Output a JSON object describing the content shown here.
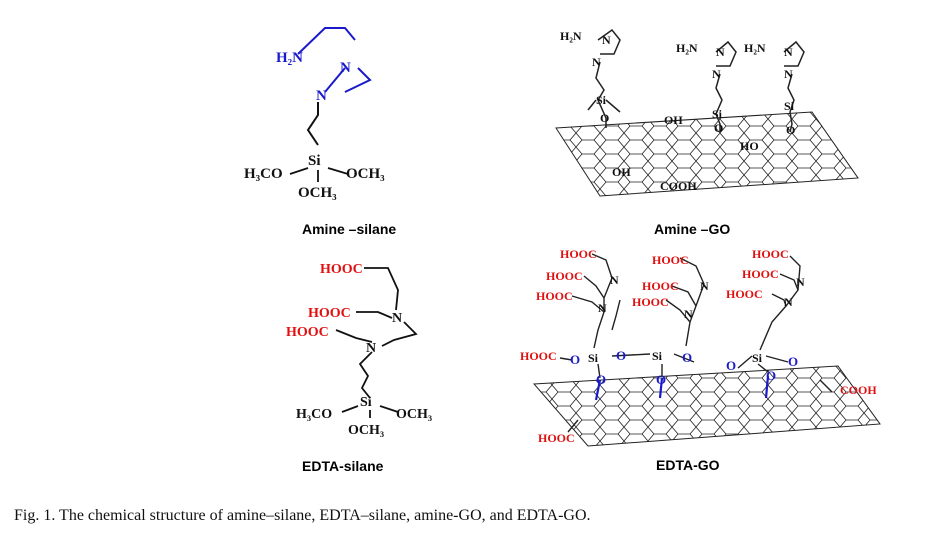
{
  "panels": {
    "amine_silane": {
      "label": "Amine –silane",
      "h2n": "H₂N",
      "n1": "N",
      "n2": "N",
      "si": "Si",
      "h3co": "H₃CO",
      "och3_right": "OCH₃",
      "och3_bottom": "OCH₃"
    },
    "amine_go": {
      "label": "Amine –GO",
      "h2n": "H₂N",
      "n": "N",
      "si": "Si",
      "o": "O",
      "oh": "OH",
      "ho": "HO",
      "cooh": "COOH"
    },
    "edta_silane": {
      "label": "EDTA-silane",
      "hooc": "HOOC",
      "n": "N",
      "si": "Si",
      "h3co": "H₃CO",
      "och3_right": "OCH₃",
      "och3_bottom": "OCH₃"
    },
    "edta_go": {
      "label": "EDTA-GO",
      "hooc": "HOOC",
      "n": "N",
      "si": "Si",
      "o": "O",
      "cooh": "COOH"
    }
  },
  "colors": {
    "amine_blue": "#1a1acc",
    "carboxyl_red": "#e01010",
    "bond_black": "#111111"
  },
  "caption": "Fig. 1. The chemical structure of amine–silane, EDTA–silane, amine-GO, and EDTA-GO."
}
